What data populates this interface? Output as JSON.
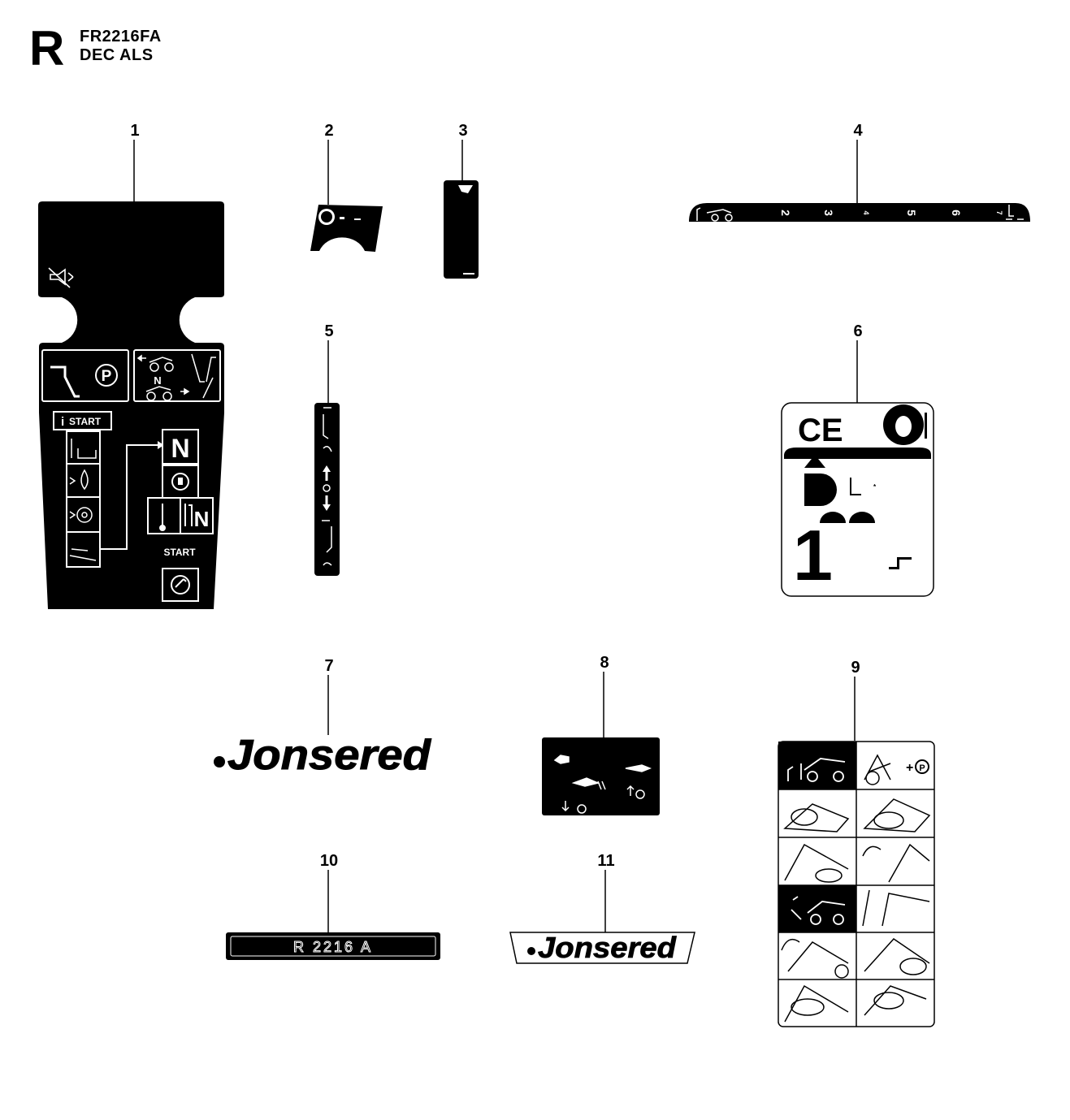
{
  "header": {
    "section_letter": "R",
    "model": "FR2216FA",
    "title": "DEC ALS"
  },
  "callouts": [
    "1",
    "2",
    "3",
    "4",
    "5",
    "6",
    "7",
    "8",
    "9",
    "10",
    "11"
  ],
  "decal1": {
    "gear": "N",
    "start_small": "START",
    "start_large": "START",
    "park": "P",
    "gear_small": "N",
    "gear_box": "N"
  },
  "decal4": {
    "scale": [
      "2",
      "3",
      "4",
      "5",
      "6",
      "7"
    ]
  },
  "decal6": {
    "ce": "CE",
    "big_digit": "1"
  },
  "decal7": {
    "brand": "Jonsered"
  },
  "decal9": {
    "plus": "+",
    "park": "P"
  },
  "decal10": {
    "text": "R 2216 A"
  },
  "decal11": {
    "brand": "Jonsered"
  },
  "colors": {
    "ink": "#000000",
    "paper": "#ffffff"
  }
}
